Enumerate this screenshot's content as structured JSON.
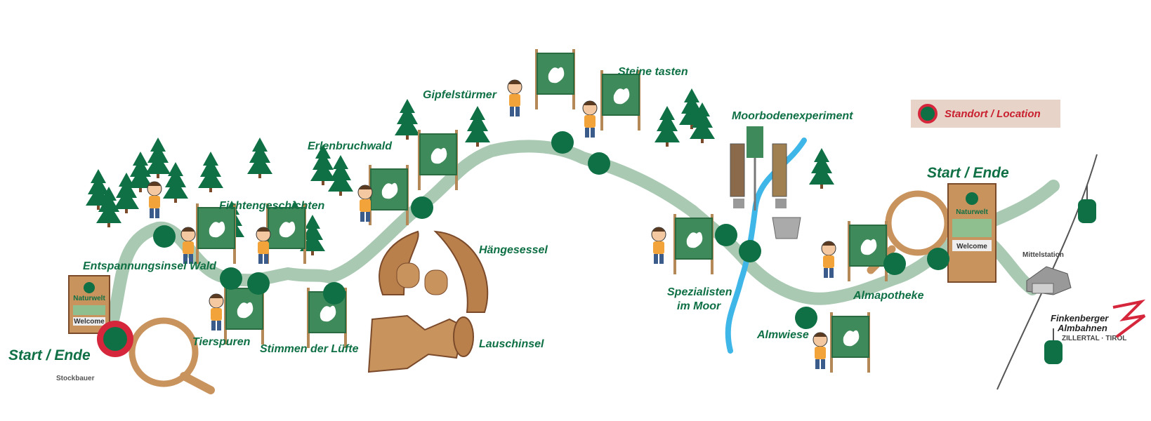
{
  "colors": {
    "accent_green": "#0e7044",
    "path": "#a9c9b3",
    "location_red": "#d5263c",
    "water": "#3fb6e8",
    "wood": "#c9935e"
  },
  "labels": {
    "start_left": "Start / Ende",
    "start_right": "Start / Ende",
    "stockbauer": "Stockbauer",
    "entspannungsinsel": "Entspannungsinsel Wald",
    "fichtengeschichten": "Fichtengeschichten",
    "erlenbruchwald": "Erlenbruchwald",
    "gipfelstuermer": "Gipfelstürmer",
    "steine_tasten": "Steine tasten",
    "moorbodenexperiment": "Moorbodenexperiment",
    "haengesessel": "Hängesessel",
    "lauschinsel": "Lauschinsel",
    "tierspuren": "Tierspuren",
    "stimmen": "Stimmen der Lüfte",
    "spezialisten_1": "Spezialisten",
    "spezialisten_2": "im Moor",
    "almwiese": "Almwiese",
    "almapotheke": "Almapotheke",
    "mittelstation": "Mittelstation"
  },
  "legend": {
    "text": "Standort / Location"
  },
  "signs": {
    "brand": "Naturwelt",
    "welcome": "Welcome"
  },
  "brand": {
    "line1": "Finkenberger",
    "line2": "Almbahnen",
    "line3": "ZILLERTAL · TIROL"
  }
}
